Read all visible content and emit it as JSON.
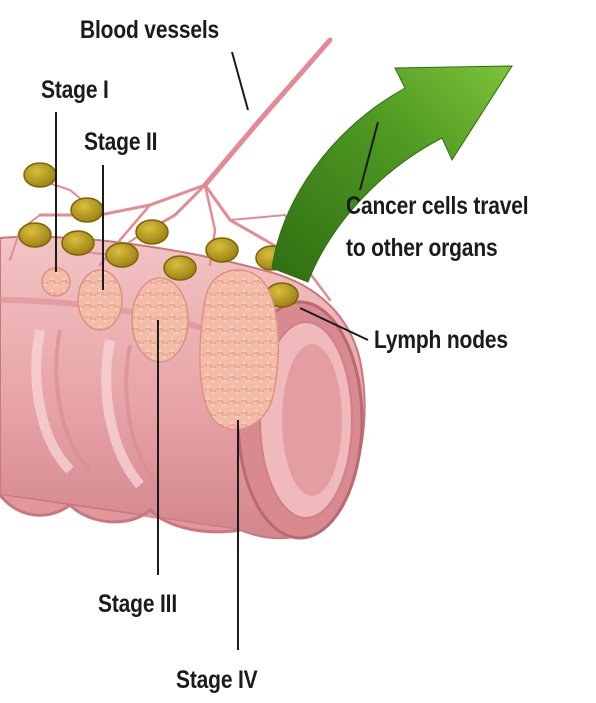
{
  "labels": {
    "blood_vessels": "Blood vessels",
    "stage_1": "Stage I",
    "stage_2": "Stage II",
    "stage_3": "Stage III",
    "stage_4": "Stage IV",
    "cancer_travel_line1": "Cancer cells travel",
    "cancer_travel_line2": "to other organs",
    "lymph_nodes": "Lymph nodes"
  },
  "colors": {
    "colon_wall": "#e9a7ab",
    "colon_light": "#f4c7c8",
    "colon_dark": "#c9787e",
    "vessel": "#e58a92",
    "lymph_node": "#b59a1e",
    "tumor": "#f2b9a8",
    "arrow": "#4f9a22",
    "label_text": "#1b1b1b"
  }
}
